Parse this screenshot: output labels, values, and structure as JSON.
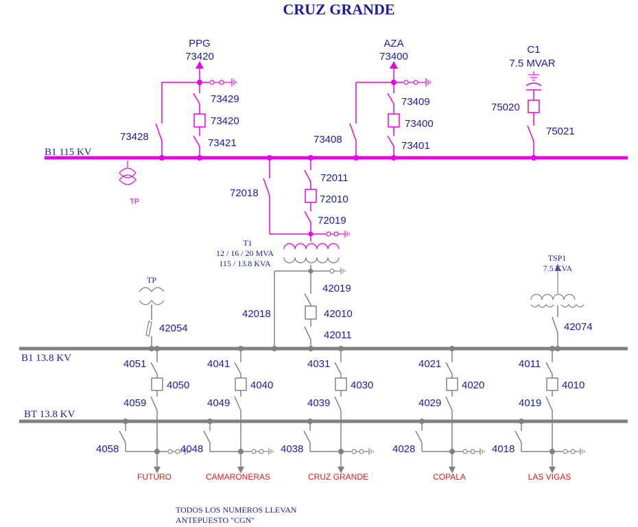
{
  "title": "CRUZ GRANDE",
  "colors": {
    "bus115": "#e600e6",
    "bus13": "#808080",
    "label": "#1a1aa6",
    "feeder": "#e01818"
  },
  "buses": {
    "b1_115": "B1 115 KV",
    "b1_13": "B1 13.8 KV",
    "bt_13": "BT 13.8 KV"
  },
  "line_bays": [
    {
      "name": "PPG",
      "number": "73420",
      "bypass": "73428",
      "upper": "73429",
      "breaker": "73420",
      "lower": "73421"
    },
    {
      "name": "AZA",
      "number": "73400",
      "bypass": "73408",
      "upper": "73409",
      "breaker": "73400",
      "lower": "73401"
    }
  ],
  "capacitor": {
    "name": "C1",
    "rating": "7.5 MVAR",
    "breaker": "75020",
    "switch": "75021"
  },
  "tp_115": "TP",
  "transformer_bay": {
    "bypass": "72018",
    "upper": "72011",
    "breaker": "72010",
    "lower": "72019"
  },
  "transformer": {
    "name": "T1",
    "rating": "12 / 16 / 20 MVA",
    "voltage": "115 / 13.8 KVA"
  },
  "lv_bay": {
    "bypass": "42018",
    "upper": "42019",
    "breaker": "42010",
    "lower": "42011"
  },
  "tp_13": {
    "name": "TP",
    "fuse": "42054"
  },
  "tsp": {
    "name": "TSP1",
    "rating": "7.5 KVA",
    "fuse": "42074"
  },
  "feeders": [
    {
      "upper": "4051",
      "breaker": "4050",
      "lower": "4059",
      "bypass": "4058",
      "name": "FUTURO"
    },
    {
      "upper": "4041",
      "breaker": "4040",
      "lower": "4049",
      "bypass": "4048",
      "name": "CAMARONERAS"
    },
    {
      "upper": "4031",
      "breaker": "4030",
      "lower": "4039",
      "bypass": "4038",
      "name": "CRUZ GRANDE"
    },
    {
      "upper": "4021",
      "breaker": "4020",
      "lower": "4029",
      "bypass": "4028",
      "name": "COPALA"
    },
    {
      "upper": "4011",
      "breaker": "4010",
      "lower": "4019",
      "bypass": "4018",
      "name": "LAS VIGAS"
    }
  ],
  "note": {
    "line1": "TODOS LOS NUMEROS  LLEVAN",
    "line2": "ANTEPUESTO \"CGN\""
  }
}
